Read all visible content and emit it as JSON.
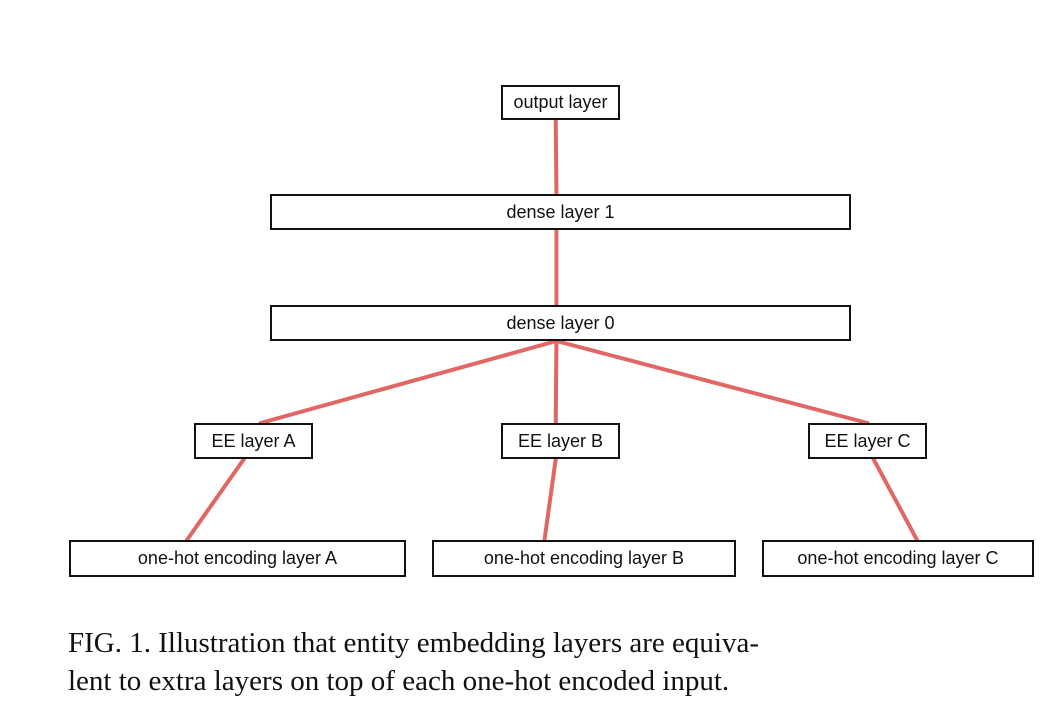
{
  "colors": {
    "edge": "#e06763",
    "box_border": "#111111",
    "text": "#111111"
  },
  "nodes": {
    "output": "output layer",
    "dense1": "dense layer 1",
    "dense0": "dense layer 0",
    "ee_a": "EE layer A",
    "ee_b": "EE layer B",
    "ee_c": "EE layer C",
    "onehot_a": "one-hot encoding layer A",
    "onehot_b": "one-hot encoding layer B",
    "onehot_c": "one-hot encoding layer C"
  },
  "edges": [
    [
      "output",
      "dense1"
    ],
    [
      "dense1",
      "dense0"
    ],
    [
      "dense0",
      "ee_a"
    ],
    [
      "dense0",
      "ee_b"
    ],
    [
      "dense0",
      "ee_c"
    ],
    [
      "ee_a",
      "onehot_a"
    ],
    [
      "ee_b",
      "onehot_b"
    ],
    [
      "ee_c",
      "onehot_c"
    ]
  ],
  "caption": {
    "line1": "FIG. 1. Illustration that entity embedding layers are equiva-",
    "line2": "lent to extra layers on top of each one-hot encoded input."
  }
}
